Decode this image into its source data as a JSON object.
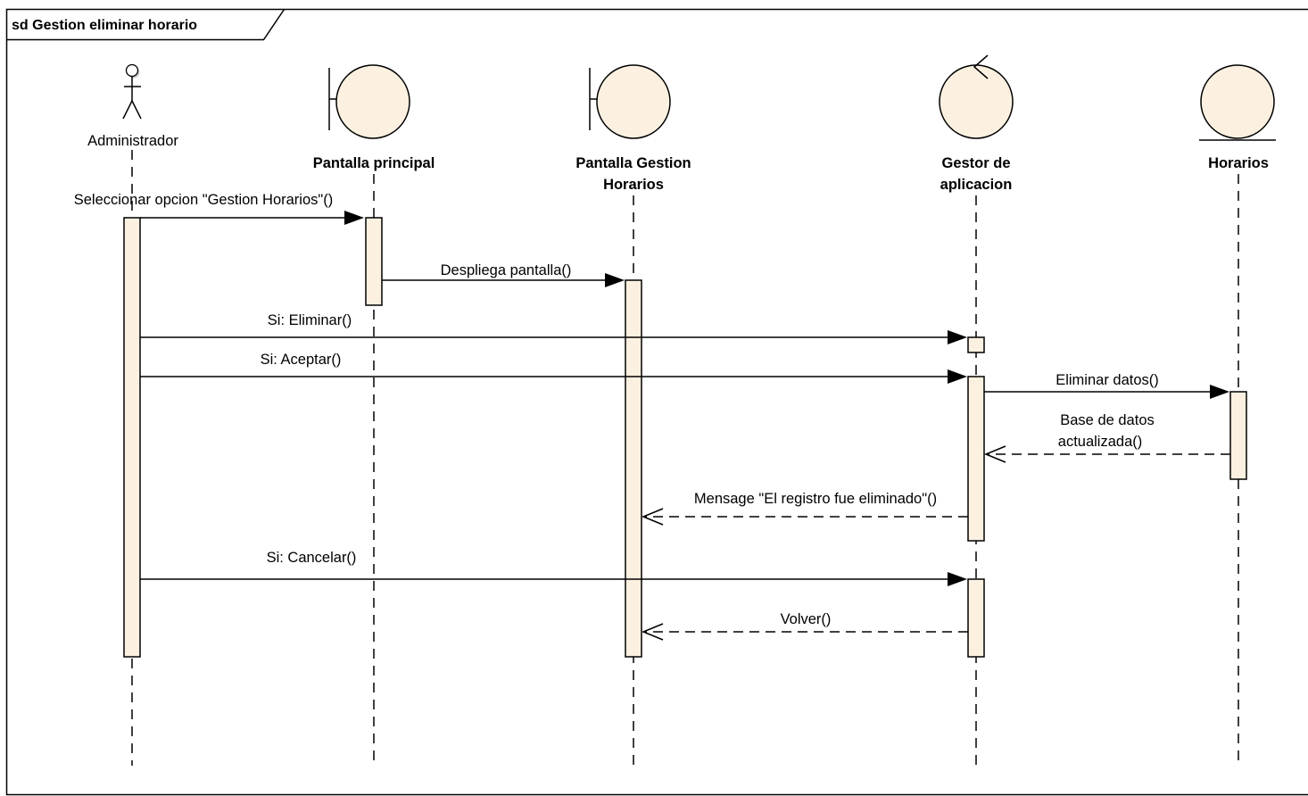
{
  "frame": {
    "title": "sd Gestion eliminar horario"
  },
  "participants": [
    {
      "id": "admin",
      "kind": "actor",
      "name_lines": [
        "Administrador"
      ]
    },
    {
      "id": "pantalla_principal",
      "kind": "boundary",
      "name_lines": [
        "Pantalla principal"
      ]
    },
    {
      "id": "pantalla_gestion",
      "kind": "boundary",
      "name_lines": [
        "Pantalla Gestion",
        "Horarios"
      ]
    },
    {
      "id": "gestor",
      "kind": "control",
      "name_lines": [
        "Gestor de",
        "aplicacion"
      ]
    },
    {
      "id": "horarios",
      "kind": "entity",
      "name_lines": [
        "Horarios"
      ]
    }
  ],
  "messages": [
    {
      "from": "admin",
      "to": "pantalla_principal",
      "type": "sync",
      "label_lines": [
        "Seleccionar opcion \"Gestion Horarios\"()"
      ]
    },
    {
      "from": "pantalla_principal",
      "to": "pantalla_gestion",
      "type": "sync",
      "label_lines": [
        "Despliega pantalla()"
      ]
    },
    {
      "from": "admin",
      "to": "gestor",
      "type": "sync",
      "label_lines": [
        "Si: Eliminar()"
      ]
    },
    {
      "from": "admin",
      "to": "gestor",
      "type": "sync",
      "label_lines": [
        "Si: Aceptar()"
      ]
    },
    {
      "from": "gestor",
      "to": "horarios",
      "type": "sync",
      "label_lines": [
        "Eliminar datos()"
      ]
    },
    {
      "from": "horarios",
      "to": "gestor",
      "type": "return",
      "label_lines": [
        "Base de datos",
        "actualizada()"
      ]
    },
    {
      "from": "gestor",
      "to": "pantalla_gestion",
      "type": "return",
      "label_lines": [
        "Mensage \"El registro fue eliminado\"()"
      ]
    },
    {
      "from": "admin",
      "to": "gestor",
      "type": "sync",
      "label_lines": [
        "Si: Cancelar()"
      ]
    },
    {
      "from": "gestor",
      "to": "pantalla_gestion",
      "type": "return",
      "label_lines": [
        "Volver()"
      ]
    }
  ]
}
